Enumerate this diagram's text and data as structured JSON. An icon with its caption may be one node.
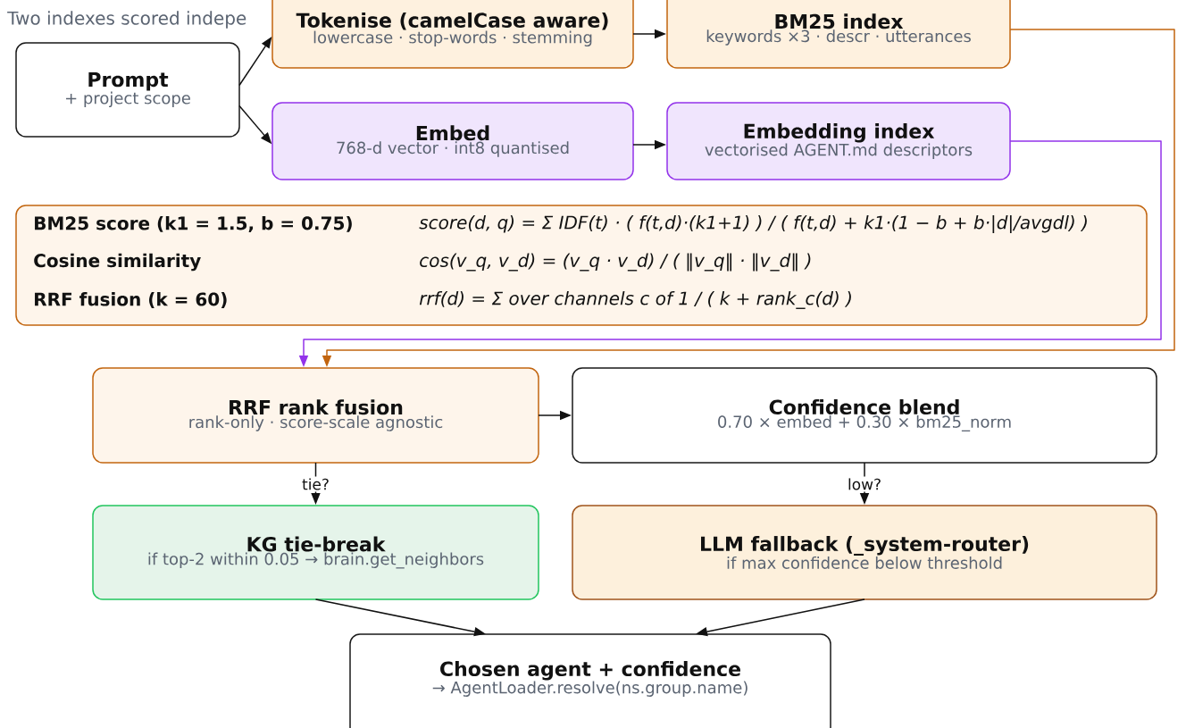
{
  "diagram": {
    "nodes": [
      {
        "text": [
          "Prompt",
          "+ project scope"
        ]
      },
      {
        "text": [
          "Tokenise (camelCase aware)",
          "lowercase · stop-words · stemming"
        ]
      },
      {
        "text": [
          "BM25 index",
          "keywords ×3 · descr · utterances"
        ]
      },
      {
        "text": [
          "Embed",
          "768-d vector · int8 quantised"
        ]
      },
      {
        "text": [
          "Embedding index",
          "vectorised AGENT.md descriptors"
        ]
      },
      {
        "text": [
          "BM25 score (k1 = 1.5, b = 0.75)",
          "score(d, q) = Σ IDF(t) · ( f(t,d)·(k1+1) ) / ( f(t,d) + k1·(1 − b + b·|d|/avgdl) )",
          "Cosine similarity",
          "cos(v_q, v_d) = (v_q · v_d) / ( ‖v_q‖ · ‖v_d‖ )",
          "RRF fusion (k = 60)",
          "rrf(d) = Σ over channels c of  1 / ( k + rank_c(d) )"
        ]
      },
      {
        "text": [
          "RRF rank fusion",
          "rank-only · score-scale agnostic"
        ]
      },
      {
        "text": [
          "Confidence blend",
          "0.70 × embed + 0.30 × bm25_norm"
        ]
      },
      {
        "text": [
          "KG tie-break",
          "if top-2 within 0.05 → brain.get_neighbors"
        ]
      },
      {
        "text": [
          "LLM fallback (_system-router)",
          "if max confidence below threshold"
        ]
      },
      {
        "text": [
          "Chosen agent + confidence",
          "→ AgentLoader.resolve(ns.group.name)"
        ]
      }
    ],
    "edges": [
      {
        "from": 0,
        "to": 1,
        "arrow": "to"
      },
      {
        "from": 0,
        "to": 3,
        "arrow": "to"
      },
      {
        "from": 1,
        "to": 2,
        "arrow": "to"
      },
      {
        "from": 3,
        "to": 4,
        "arrow": "to"
      },
      {
        "from": 2,
        "to": 6,
        "arrow": "to",
        "color": "#c2650f"
      },
      {
        "from": 4,
        "to": 6,
        "arrow": "to",
        "color": "#9333ea"
      },
      {
        "from": 6,
        "to": 7,
        "arrow": "to"
      },
      {
        "from": 6,
        "to": 8,
        "arrow": "to",
        "label": "tie?"
      },
      {
        "from": 7,
        "to": 9,
        "arrow": "to",
        "label": "low?"
      },
      {
        "from": 8,
        "to": 10,
        "arrow": "to"
      },
      {
        "from": 9,
        "to": 10,
        "arrow": "to"
      }
    ],
    "labels": [
      "Two indexes scored indepe"
    ]
  }
}
